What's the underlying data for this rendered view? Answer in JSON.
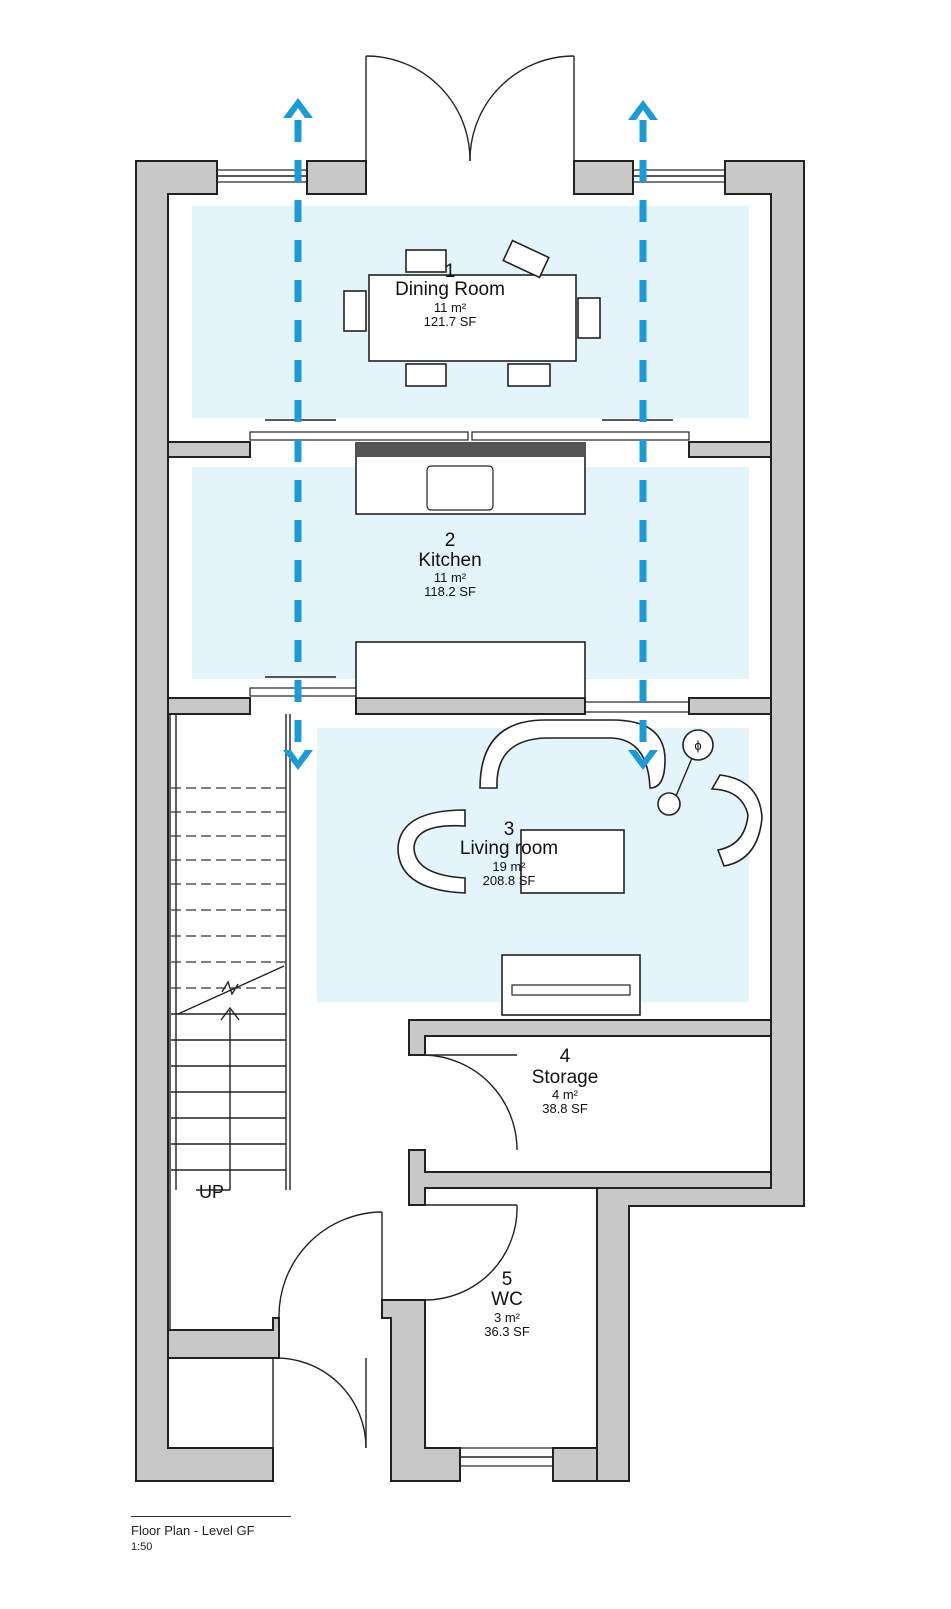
{
  "colors": {
    "wall": "#c8c8c8",
    "zone": "#e4f4fb",
    "arrow": "#1a9bd7",
    "line": "#222222"
  },
  "rooms": [
    {
      "number": "1",
      "name": "Dining Room",
      "area_m2": "11 m²",
      "area_sf": "121.7 SF"
    },
    {
      "number": "2",
      "name": "Kitchen",
      "area_m2": "11 m²",
      "area_sf": "118.2 SF"
    },
    {
      "number": "3",
      "name": "Living room",
      "area_m2": "19 m²",
      "area_sf": "208.8 SF"
    },
    {
      "number": "4",
      "name": "Storage",
      "area_m2": "4 m²",
      "area_sf": "38.8 SF"
    },
    {
      "number": "5",
      "name": "WC",
      "area_m2": "3 m²",
      "area_sf": "36.3 SF"
    }
  ],
  "stair_label": "UP",
  "lamp_symbol": "ϕ",
  "title": {
    "name": "Floor Plan - Level GF",
    "scale": "1:50"
  },
  "icons": {
    "arrow": "airflow-arrow-icon",
    "door": "door-swing-icon",
    "window": "window-icon"
  }
}
